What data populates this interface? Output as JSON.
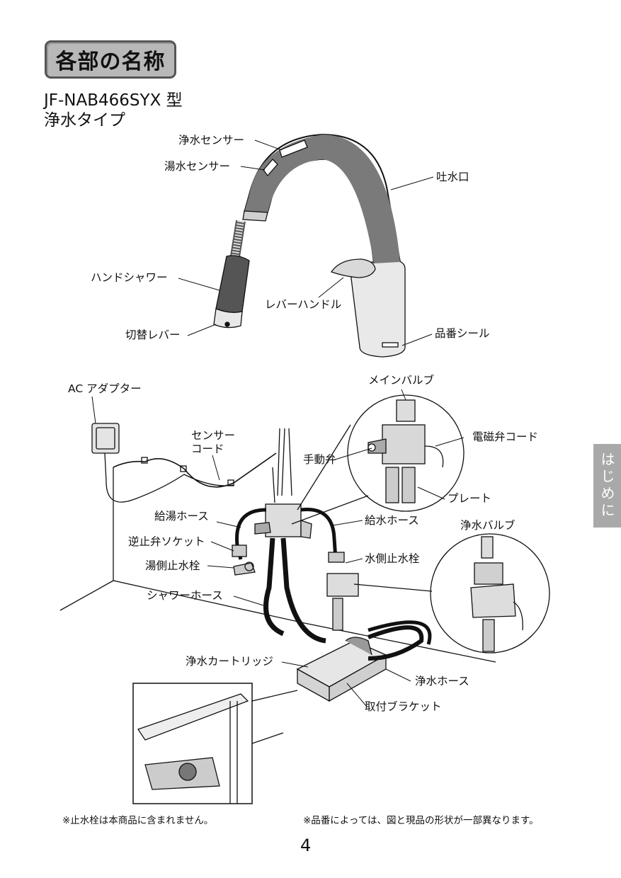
{
  "header": {
    "section_title": "各部の名称",
    "model": "JF-NAB466SYX 型",
    "type": "浄水タイプ"
  },
  "side_tab": "はじめに",
  "faucet_labels": {
    "pure_sensor": "浄水センサー",
    "hot_sensor": "湯水センサー",
    "spout": "吐水口",
    "hand_shower": "ハンドシャワー",
    "lever_handle": "レバーハンドル",
    "switch_lever": "切替レバー",
    "part_seal": "品番シール"
  },
  "piping_labels": {
    "ac_adapter": "AC アダプター",
    "sensor_cord_line1": "センサー",
    "sensor_cord_line2": "コード",
    "main_valve": "メインバルブ",
    "solenoid_cord": "電磁弁コード",
    "manual_valve": "手動弁",
    "plate": "プレート",
    "hot_hose": "給湯ホース",
    "water_hose": "給水ホース",
    "check_socket": "逆止弁ソケット",
    "hot_stop_valve": "湯側止水栓",
    "cold_stop_valve": "水側止水栓",
    "pure_valve": "浄水バルブ",
    "shower_hose": "シャワーホース",
    "cartridge": "浄水カートリッジ",
    "pure_hose": "浄水ホース",
    "bracket": "取付ブラケット"
  },
  "notes": {
    "left": "※止水栓は本商品に含まれません。",
    "right": "※品番によっては、図と現品の形状が一部異なります。"
  },
  "page_number": "4"
}
